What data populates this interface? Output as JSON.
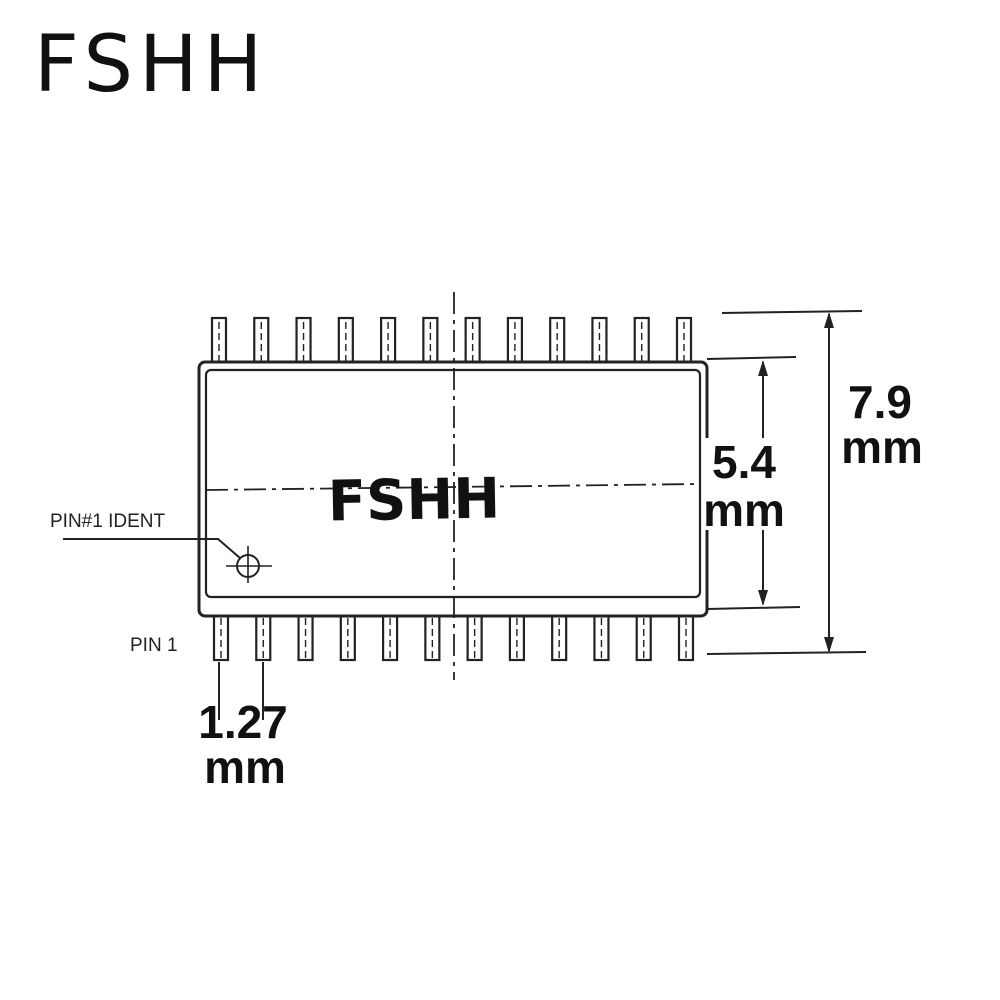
{
  "brand": "FSHH",
  "chip": {
    "marking": "FSHH",
    "pins_per_side": 12,
    "pin1_ident_label": "PIN#1 IDENT",
    "pin1_label": "PIN 1"
  },
  "dimensions": {
    "body_width": {
      "value": "5.4",
      "unit": "mm"
    },
    "total_width": {
      "value": "7.9",
      "unit": "mm"
    },
    "pin_pitch": {
      "value": "1.27",
      "unit": "mm"
    }
  }
}
